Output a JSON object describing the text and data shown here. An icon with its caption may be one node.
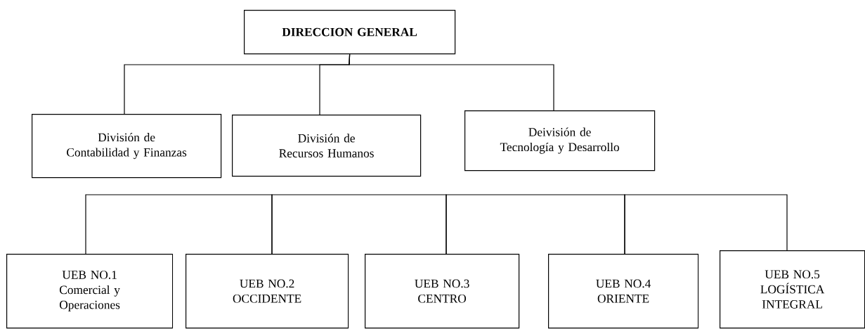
{
  "diagram": {
    "nodes": [
      {
        "text": [
          "DIRECCION GENERAL"
        ]
      },
      {
        "text": [
          "División de Contabilidad y Finanzas"
        ]
      },
      {
        "text": [
          "División de Recursos Humanos"
        ]
      },
      {
        "text": [
          "Deivisión de Tecnología y Desarrollo"
        ]
      },
      {
        "text": [
          "UEB NO.1 Comercial y Operaciones"
        ]
      },
      {
        "text": [
          "UEB NO.2 OCCIDENTE"
        ]
      },
      {
        "text": [
          "UEB NO.3 CENTRO"
        ]
      },
      {
        "text": [
          "UEB NO.4 ORIENTE"
        ]
      },
      {
        "text": [
          "UEB NO.5 LOGÍSTICA INTEGRAL"
        ]
      }
    ],
    "edges": [
      {
        "from": 0,
        "to": 1,
        "arrow": "none"
      },
      {
        "from": 0,
        "to": 2,
        "arrow": "none"
      },
      {
        "from": 0,
        "to": 3,
        "arrow": "none"
      },
      {
        "from": 4,
        "to": 5,
        "arrow": "none"
      },
      {
        "from": 5,
        "to": 6,
        "arrow": "none"
      },
      {
        "from": 6,
        "to": 7,
        "arrow": "none"
      },
      {
        "from": 7,
        "to": 8,
        "arrow": "none"
      }
    ]
  }
}
